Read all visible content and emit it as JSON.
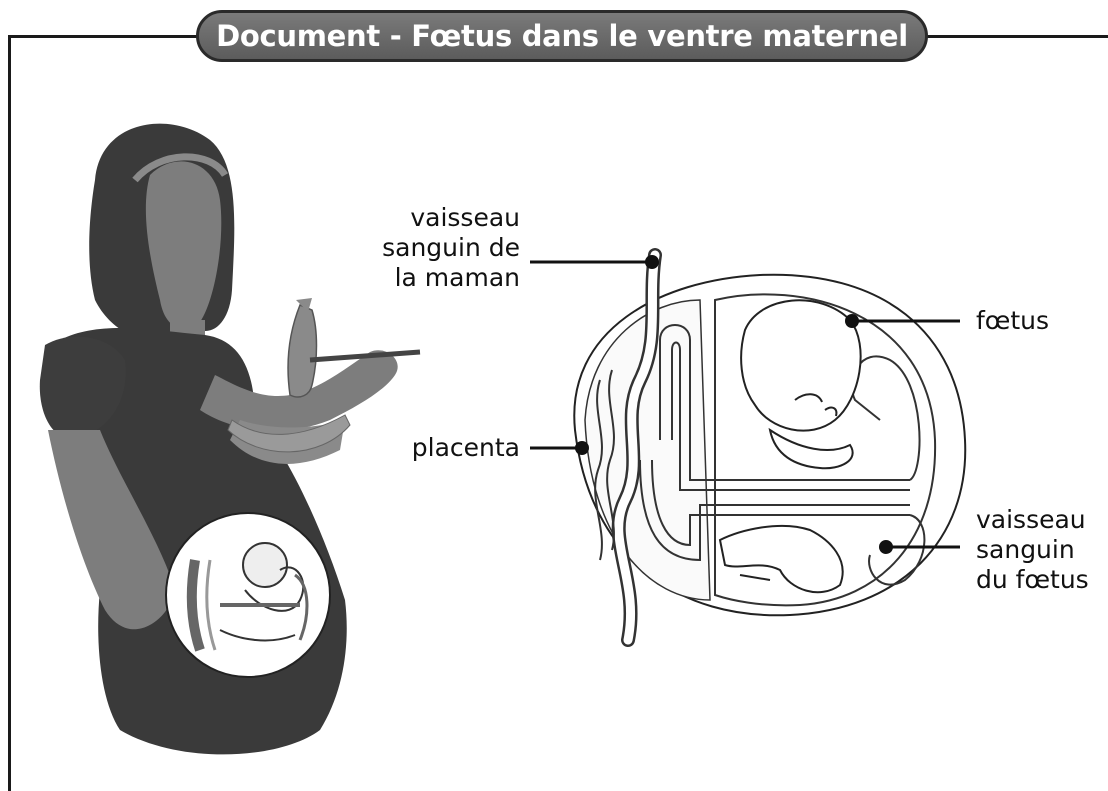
{
  "title": "Document - Fœtus dans le ventre maternel",
  "labels": {
    "maternal_vessel": [
      "vaisseau",
      "sanguin de",
      "la maman"
    ],
    "placenta": "placenta",
    "fetus": "fœtus",
    "fetal_vessel": [
      "vaisseau",
      "sanguin",
      "du fœtus"
    ]
  },
  "colors": {
    "frame": "#1a1a1a",
    "pill": "#6a6a6a",
    "silhouette_dark": "#3a3a3a",
    "silhouette_mid": "#7d7d7d",
    "line": "#111111"
  }
}
